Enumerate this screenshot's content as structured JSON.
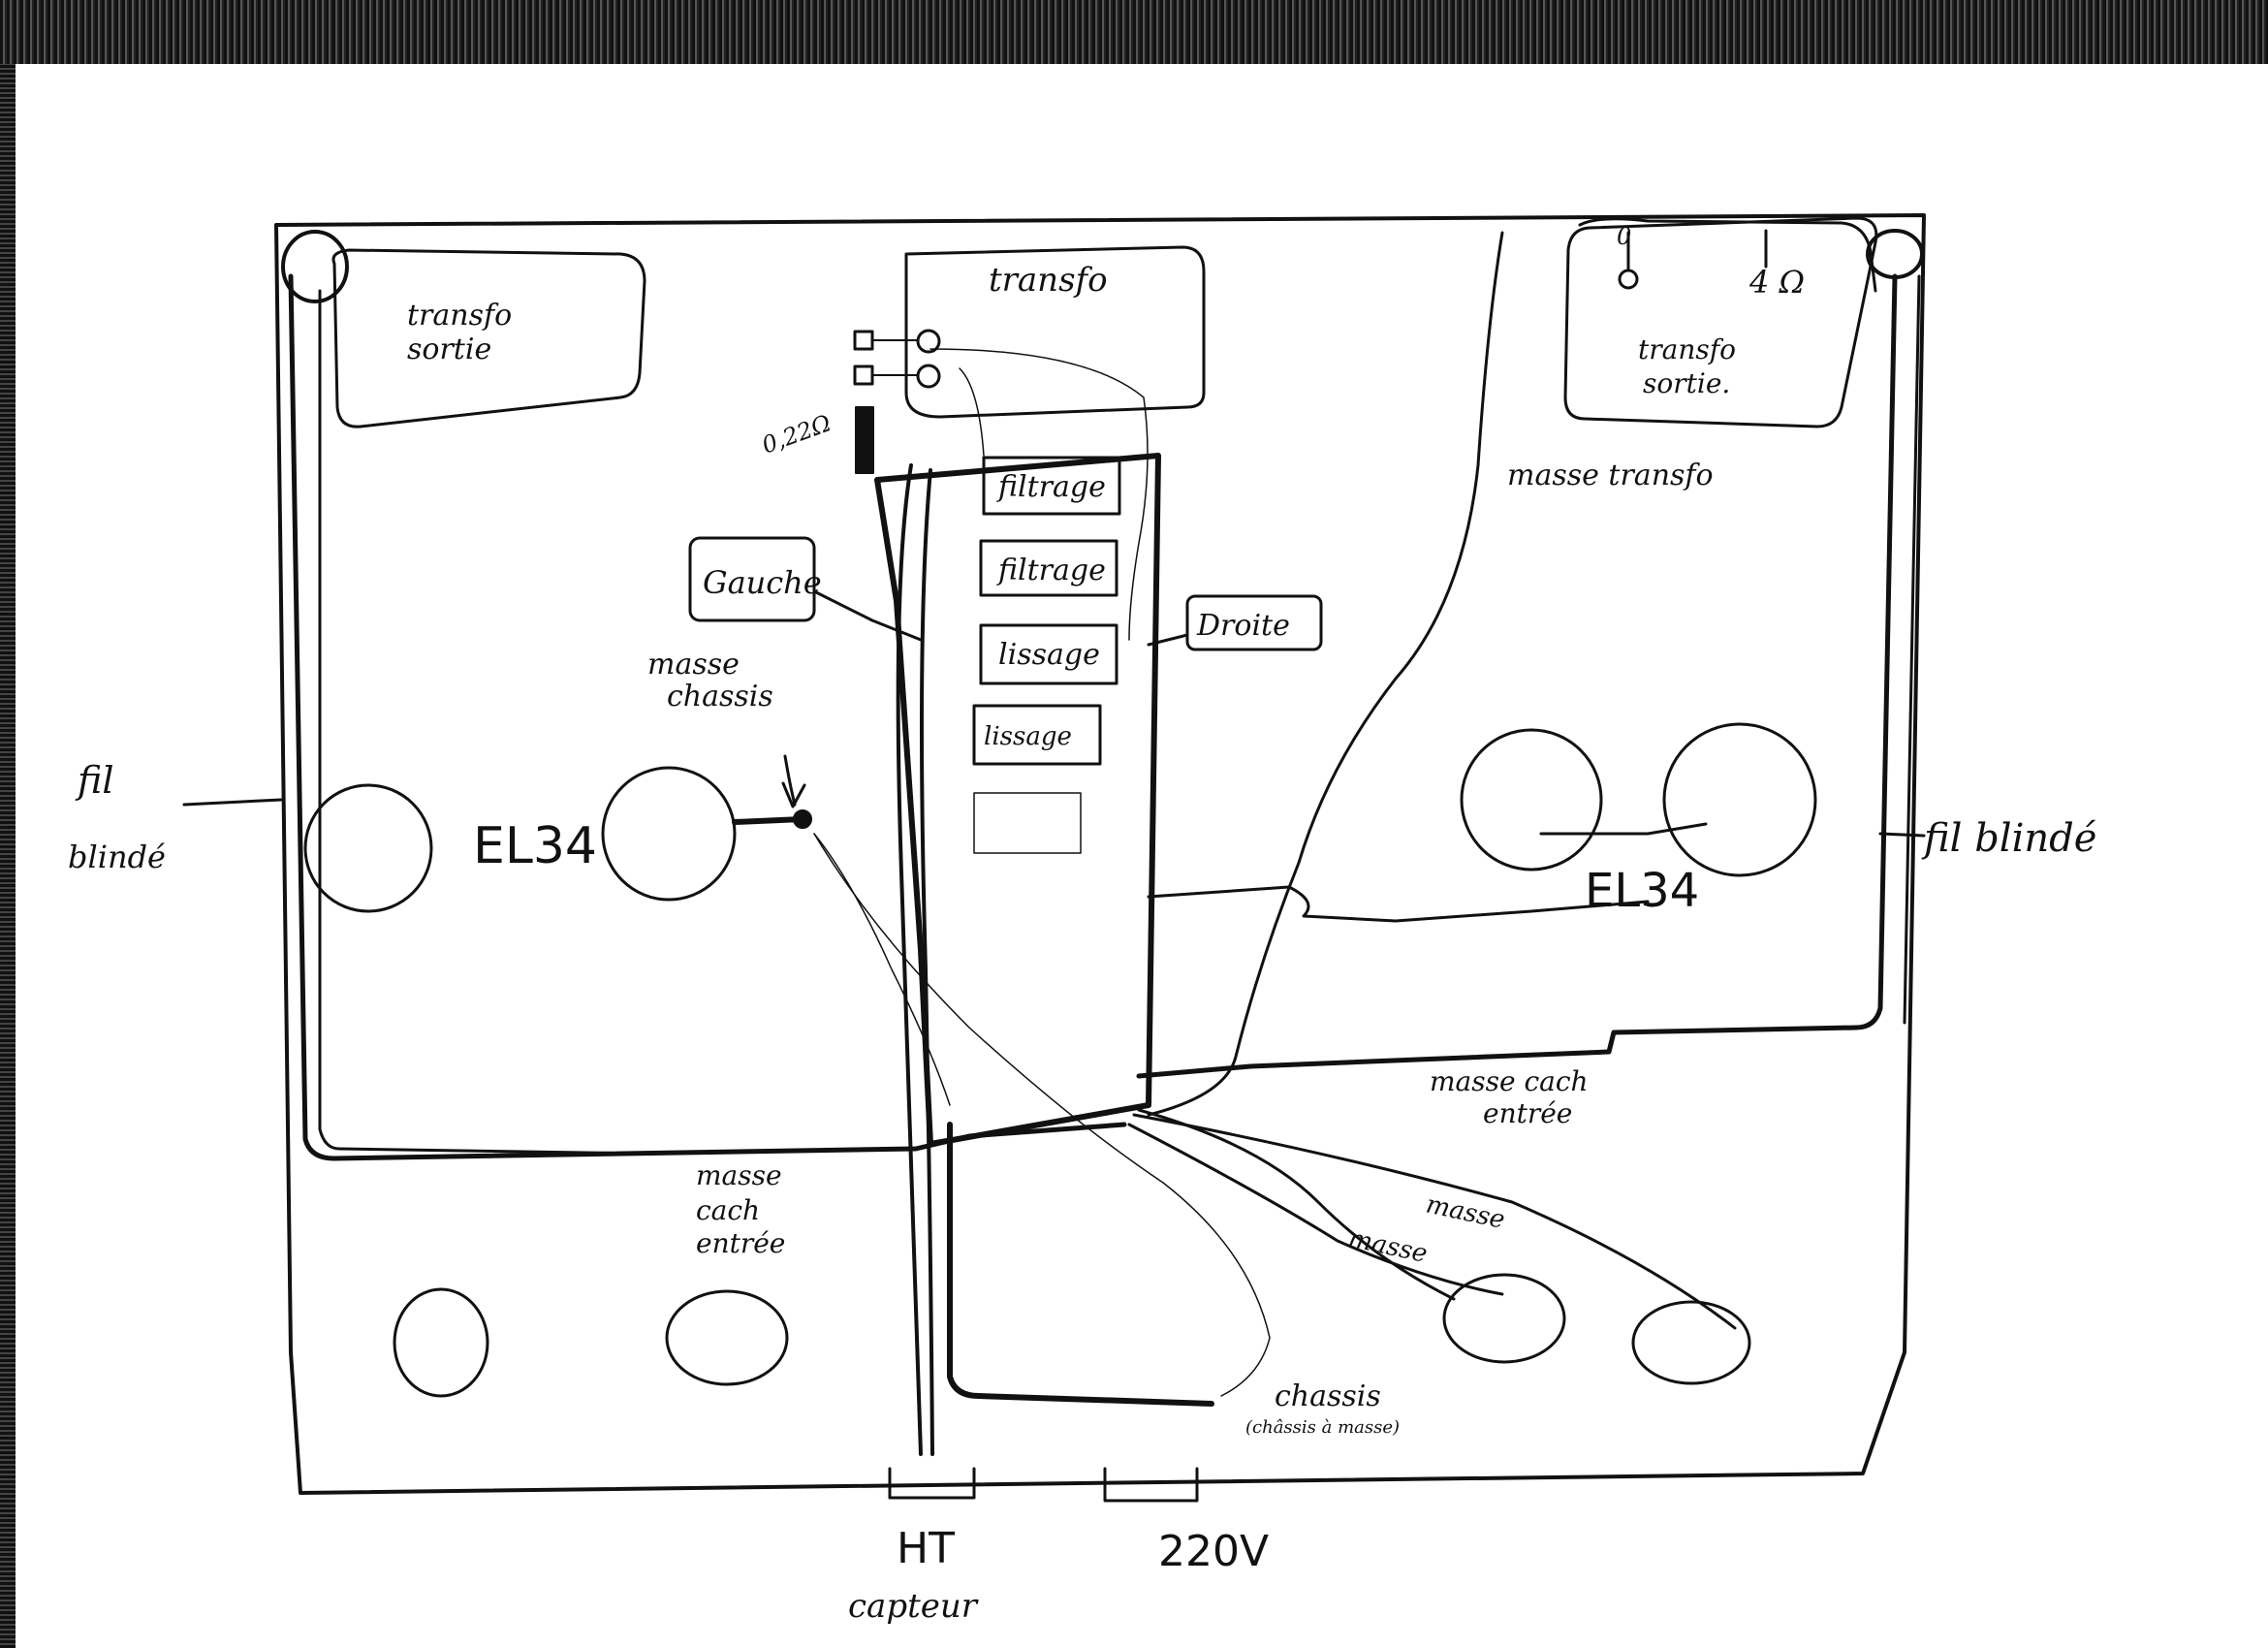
{
  "labels": {
    "transfo_sortie_left": [
      "transfo",
      "sortie"
    ],
    "transfo_center": "transfo",
    "transfo_sortie_right": [
      "transfo",
      "sortie."
    ],
    "terminal_0": "0",
    "terminal_4ohm": "4 Ω",
    "resistor": "0,22Ω",
    "filtrage_1": "filtrage",
    "filtrage_2": "filtrage",
    "lissage_1": "lissage",
    "lissage_2": "lissage",
    "gauche": "Gauche",
    "droite": "Droite",
    "masse_chassis": [
      "masse",
      "chassis"
    ],
    "fil_blinde_left": [
      "fil",
      "blindé"
    ],
    "fil_blinde_right": "fil blindé",
    "el34_left": "EL34",
    "el34_right": "EL34",
    "masse_transfo": "masse transfo",
    "masse_cach_entree_right": [
      "masse cach",
      "entrée"
    ],
    "masse_cach_entree_left": [
      "masse",
      "cach",
      "entrée"
    ],
    "masse_1": "masse",
    "masse_2": "masse",
    "chassis": [
      "chassis",
      "(châssis à masse)"
    ],
    "ht": "HT",
    "capteur": "capteur",
    "v220": "220V"
  },
  "colors": {
    "ink": "#111111",
    "paper": "#ffffff"
  }
}
